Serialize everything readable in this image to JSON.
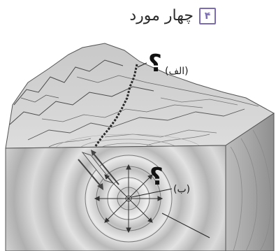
{
  "header": {
    "number": "۴",
    "text": "چهار مورد"
  },
  "diagram": {
    "label_a": "(الف)",
    "label_b": "(ب)",
    "question_mark": "؟"
  }
}
